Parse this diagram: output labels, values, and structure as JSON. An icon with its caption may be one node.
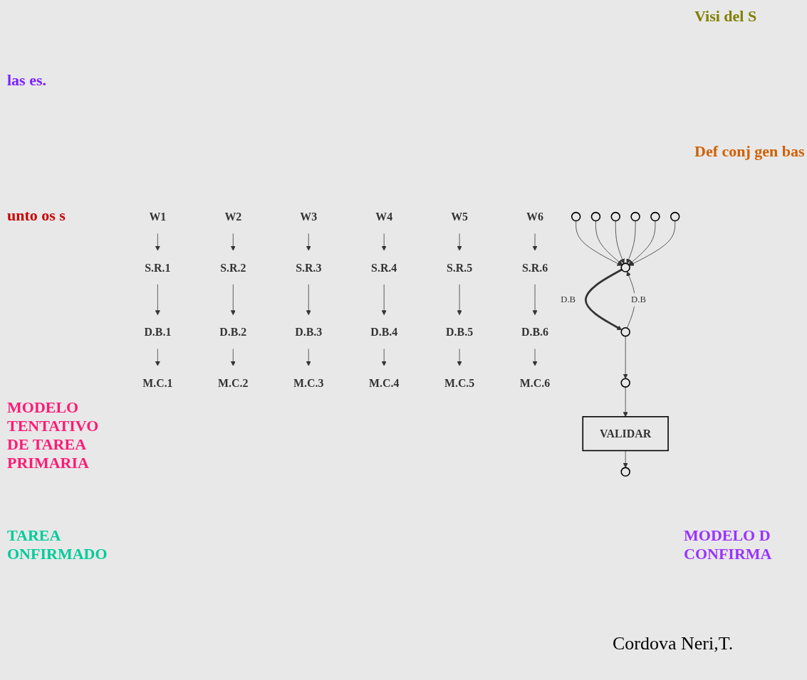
{
  "diagram": {
    "nodes": [
      {
        "text": [
          "W1"
        ]
      },
      {
        "text": [
          "W2"
        ]
      },
      {
        "text": [
          "W3"
        ]
      },
      {
        "text": [
          "W4"
        ]
      },
      {
        "text": [
          "W5"
        ]
      },
      {
        "text": [
          "W6"
        ]
      },
      {
        "text": [
          "S.R.1"
        ]
      },
      {
        "text": [
          "S.R.2"
        ]
      },
      {
        "text": [
          "S.R.3"
        ]
      },
      {
        "text": [
          "S.R.4"
        ]
      },
      {
        "text": [
          "S.R.5"
        ]
      },
      {
        "text": [
          "S.R.6"
        ]
      },
      {
        "text": [
          "D.B.1"
        ]
      },
      {
        "text": [
          "D.B.2"
        ]
      },
      {
        "text": [
          "D.B.3"
        ]
      },
      {
        "text": [
          "D.B.4"
        ]
      },
      {
        "text": [
          "D.B.5"
        ]
      },
      {
        "text": [
          "D.B.6"
        ]
      },
      {
        "text": [
          "M.C.1"
        ]
      },
      {
        "text": [
          "M.C.2"
        ]
      },
      {
        "text": [
          "M.C.3"
        ]
      },
      {
        "text": [
          "M.C.4"
        ]
      },
      {
        "text": [
          "M.C.5"
        ]
      },
      {
        "text": [
          "M.C.6"
        ]
      },
      {
        "text": [],
        "shape": "ellipse"
      },
      {
        "text": [],
        "shape": "ellipse"
      },
      {
        "text": [],
        "shape": "ellipse"
      },
      {
        "text": [],
        "shape": "ellipse"
      },
      {
        "text": [],
        "shape": "ellipse"
      },
      {
        "text": [],
        "shape": "ellipse"
      },
      {
        "text": [],
        "shape": "ellipse"
      },
      {
        "text": [],
        "shape": "ellipse"
      },
      {
        "text": [],
        "shape": "ellipse"
      },
      {
        "text": [
          "VALIDAR"
        ]
      },
      {
        "text": [],
        "shape": "ellipse"
      }
    ],
    "edges": [
      {
        "from": 0,
        "to": 6,
        "arrow": "to"
      },
      {
        "from": 1,
        "to": 7,
        "arrow": "to"
      },
      {
        "from": 2,
        "to": 8,
        "arrow": "to"
      },
      {
        "from": 3,
        "to": 9,
        "arrow": "to"
      },
      {
        "from": 4,
        "to": 10,
        "arrow": "to"
      },
      {
        "from": 5,
        "to": 11,
        "arrow": "to"
      },
      {
        "from": 6,
        "to": 12,
        "arrow": "to"
      },
      {
        "from": 7,
        "to": 13,
        "arrow": "to"
      },
      {
        "from": 8,
        "to": 14,
        "arrow": "to"
      },
      {
        "from": 9,
        "to": 15,
        "arrow": "to"
      },
      {
        "from": 10,
        "to": 16,
        "arrow": "to"
      },
      {
        "from": 11,
        "to": 17,
        "arrow": "to"
      },
      {
        "from": 12,
        "to": 18,
        "arrow": "to"
      },
      {
        "from": 13,
        "to": 19,
        "arrow": "to"
      },
      {
        "from": 14,
        "to": 20,
        "arrow": "to"
      },
      {
        "from": 15,
        "to": 21,
        "arrow": "to"
      },
      {
        "from": 16,
        "to": 22,
        "arrow": "to"
      },
      {
        "from": 17,
        "to": 23,
        "arrow": "to"
      },
      {
        "from": 24,
        "to": 30,
        "arrow": "to"
      },
      {
        "from": 25,
        "to": 30,
        "arrow": "to"
      },
      {
        "from": 26,
        "to": 30,
        "arrow": "to"
      },
      {
        "from": 27,
        "to": 30,
        "arrow": "to"
      },
      {
        "from": 28,
        "to": 30,
        "arrow": "to"
      },
      {
        "from": 29,
        "to": 30,
        "arrow": "to"
      },
      {
        "from": 30,
        "to": 31,
        "arrow": "to",
        "label": "D.B",
        "style": "thick"
      },
      {
        "from": 31,
        "to": 30,
        "arrow": "to",
        "label": "D.B"
      },
      {
        "from": 31,
        "to": 32,
        "arrow": "to"
      },
      {
        "from": 32,
        "to": 33,
        "arrow": "to"
      },
      {
        "from": 33,
        "to": 34,
        "arrow": "to"
      }
    ],
    "labels": [
      "Visi del S",
      "las es.",
      "Def conj gen bas",
      "unto os s",
      "MODELO TENTATIVO DE TAREA PRIMARIA",
      "MODELO D CONFIRMA",
      "TAREA ONFIRMADO",
      "Cordova Neri,T."
    ]
  }
}
